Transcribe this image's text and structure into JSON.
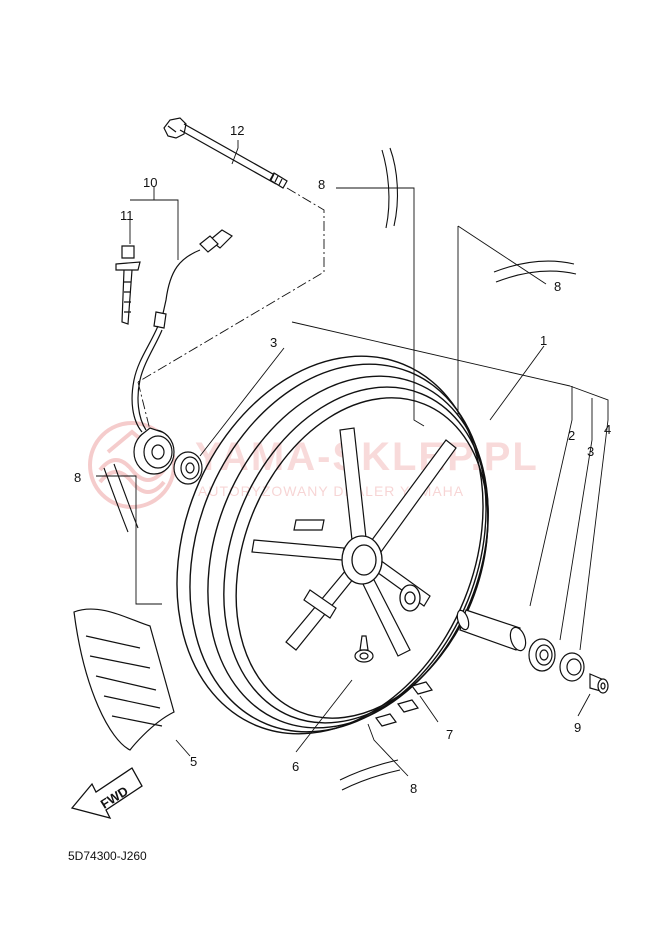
{
  "diagram_code": "5D74300-J260",
  "watermark": {
    "brand": "YAMA-SKLEP.PL",
    "tagline": "AUTORYZOWANY DEALER YAMAHA"
  },
  "fwd_label": "FWD",
  "callouts": {
    "c1": "1",
    "c2": "2",
    "c3a": "3",
    "c3b": "3",
    "c4": "4",
    "c5": "5",
    "c6": "6",
    "c7": "7",
    "c8a": "8",
    "c8b": "8",
    "c8c": "8",
    "c8d": "8",
    "c9": "9",
    "c10": "10",
    "c11": "11",
    "c12": "12"
  }
}
